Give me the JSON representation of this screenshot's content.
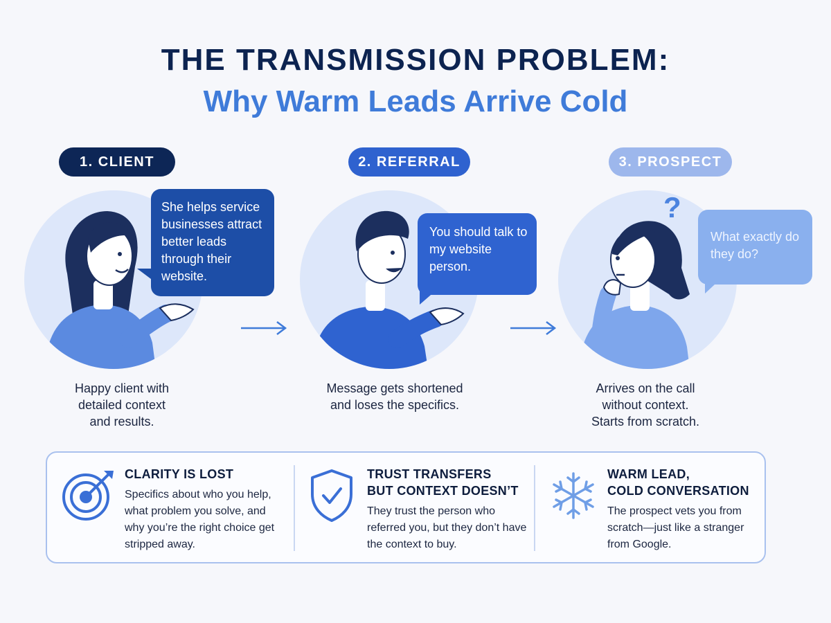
{
  "header": {
    "title": "THE TRANSMISSION PROBLEM:",
    "subtitle": "Why Warm Leads Arrive Cold"
  },
  "steps": [
    {
      "label": "1. CLIENT",
      "bubble": "She helps service businesses attract better leads through their website.",
      "caption_lines": [
        "Happy client with",
        "detailed context",
        "and results."
      ]
    },
    {
      "label": "2. REFERRAL",
      "bubble": "You should talk to my website person.",
      "caption_lines": [
        "Message gets shortened",
        "and loses the specifics."
      ]
    },
    {
      "label": "3. PROSPECT",
      "bubble": "What exactly do they do?",
      "question_mark": "?",
      "caption_lines": [
        "Arrives on the call",
        "without context.",
        "Starts from scratch."
      ]
    }
  ],
  "features": [
    {
      "icon": "target-icon",
      "title": "CLARITY IS LOST",
      "body": "Specifics about who you help, what problem you solve, and why you’re the right choice get stripped away."
    },
    {
      "icon": "shield-check-icon",
      "title_lines": [
        "TRUST TRANSFERS",
        "BUT CONTEXT DOESN’T"
      ],
      "body": "They trust the person who referred you, but they don’t have the context to buy."
    },
    {
      "icon": "snowflake-icon",
      "title_lines": [
        "WARM LEAD,",
        "COLD CONVERSATION"
      ],
      "body": "The prospect vets you from scratch—just like a stranger from Google."
    }
  ],
  "colors": {
    "navy": "#0d2656",
    "blue": "#2f62cf",
    "light_blue": "#9db7ec",
    "accent": "#3f7bd9",
    "circle_bg": "#dde7fa"
  }
}
